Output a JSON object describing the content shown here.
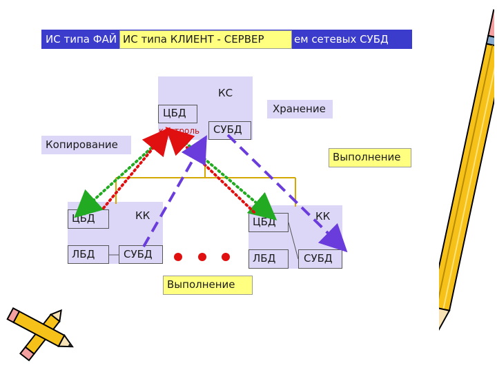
{
  "header": {
    "title_left": "ИС типа ФАЙ",
    "title_overlay": "ИС типа КЛИЕНТ - СЕРВЕР",
    "title_right": "ем сетевых СУБД"
  },
  "server": {
    "label": "КС",
    "cbd": "ЦБД",
    "control": "контроль",
    "subd": "СУБД"
  },
  "labels": {
    "storage": "Хранение",
    "copying": "Копирование",
    "execution_right": "Выполнение",
    "execution_bottom": "Выполнение"
  },
  "client_left": {
    "label": "КК",
    "cbd": "ЦБД",
    "lbd": "ЛБД",
    "subd": "СУБД"
  },
  "client_right": {
    "label": "КК",
    "cbd": "ЦБД",
    "lbd": "ЛБД",
    "subd": "СУБД"
  },
  "colors": {
    "header_bg": "#3b3bcc",
    "highlight": "#ffff80",
    "node_bg": "#dcd6f7",
    "line": "#d4a800",
    "dash_arrow": "#6a3cdc",
    "dot_red": "#e01010",
    "dot_green": "#22aa22",
    "dot_node": "#e01010"
  },
  "icons": {
    "pencil_top": "pencil-icon",
    "pencils_bottom": "pencils-icon",
    "ellipsis": "ellipsis-dots-icon"
  }
}
